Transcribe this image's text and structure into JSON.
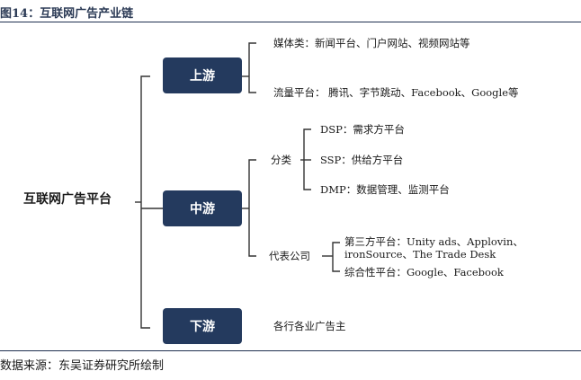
{
  "figure_title": "图14：互联网广告产业链",
  "source_note": "数据来源：东吴证券研究所绘制",
  "root": "互联网广告平台",
  "upstream": {
    "label": "上游",
    "items": [
      "媒体类：新闻平台、门户网站、视频网站等",
      "流量平台：   腾讯、字节跳动、Facebook、Google等"
    ]
  },
  "midstream": {
    "label": "中游",
    "category_label": "分类",
    "categories": [
      "DSP：需求方平台",
      "SSP：供给方平台",
      "DMP：数据管理、监测平台"
    ],
    "rep_label": "代表公司",
    "reps": [
      "第三方平台：Unity ads、Applovin、ironSource、The Trade Desk",
      "综合性平台：Google、Facebook"
    ]
  },
  "downstream": {
    "label": "下游",
    "item": "各行各业广告主"
  },
  "colors": {
    "node_fill": "#243a5e",
    "rule": "#1f3050",
    "line": "#333333"
  }
}
